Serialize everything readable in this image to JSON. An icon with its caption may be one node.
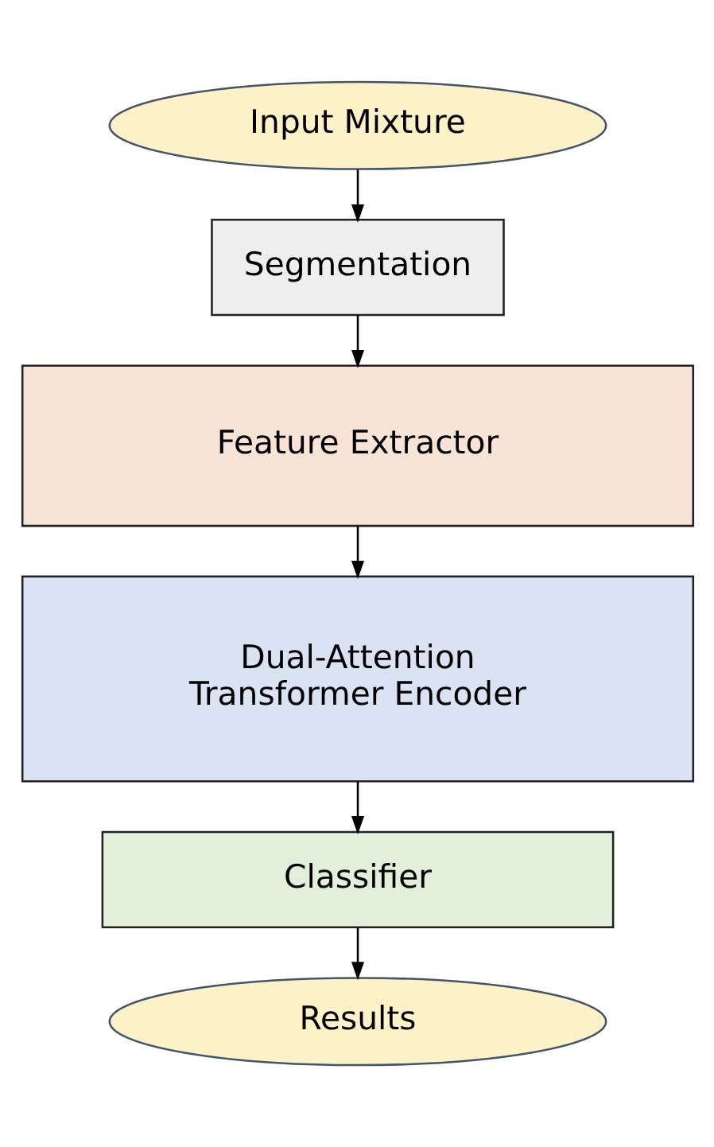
{
  "diagram": {
    "nodes": [
      {
        "text": [
          "Input Mixture"
        ]
      },
      {
        "text": [
          "Segmentation"
        ]
      },
      {
        "text": [
          "Feature Extractor"
        ]
      },
      {
        "text": [
          "Dual-Attention Transformer Encoder"
        ]
      },
      {
        "text": [
          "Classifier"
        ]
      },
      {
        "text": [
          "Results"
        ]
      }
    ],
    "edges": [
      {
        "from": 0,
        "to": 1,
        "arrow": "to"
      },
      {
        "from": 1,
        "to": 2,
        "arrow": "to"
      },
      {
        "from": 2,
        "to": 3,
        "arrow": "to"
      },
      {
        "from": 3,
        "to": 4,
        "arrow": "to"
      },
      {
        "from": 4,
        "to": 5,
        "arrow": "to"
      }
    ]
  }
}
